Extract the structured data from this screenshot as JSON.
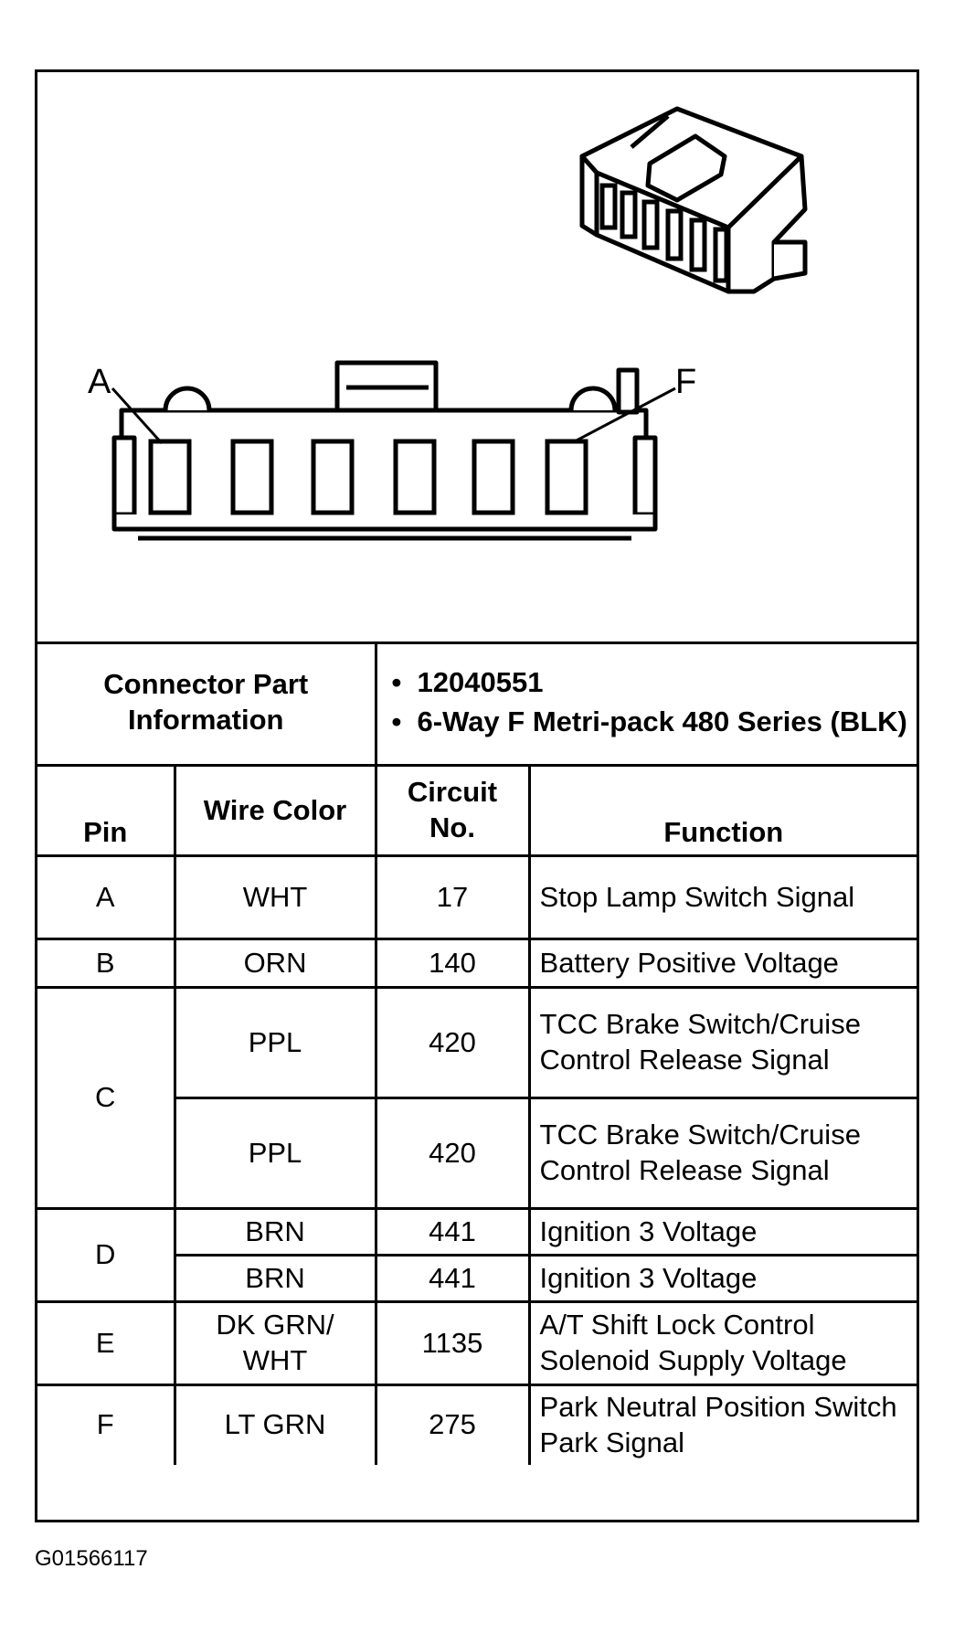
{
  "figure": {
    "pin_labels": {
      "left": "A",
      "right": "F"
    }
  },
  "connector_info": {
    "label": "Connector Part Information",
    "items": [
      "12040551",
      "6-Way F Metri-pack 480 Series (BLK)"
    ]
  },
  "columns": {
    "pin": "Pin",
    "wire_color": "Wire Color",
    "circuit": "Circuit No.",
    "function": "Function"
  },
  "rows": [
    {
      "pin": "A",
      "wire": "WHT",
      "circuit": "17",
      "function": "Stop Lamp Switch Signal"
    },
    {
      "pin": "B",
      "wire": "ORN",
      "circuit": "140",
      "function": "Battery Positive Voltage"
    },
    {
      "pin": "C",
      "wire": "PPL",
      "circuit": "420",
      "function": "TCC Brake Switch/Cruise Control Release Signal"
    },
    {
      "pin": "",
      "wire": "PPL",
      "circuit": "420",
      "function": "TCC Brake Switch/Cruise Control Release Signal"
    },
    {
      "pin": "D",
      "wire": "BRN",
      "circuit": "441",
      "function": "Ignition 3 Voltage"
    },
    {
      "pin": "",
      "wire": "BRN",
      "circuit": "441",
      "function": "Ignition 3 Voltage"
    },
    {
      "pin": "E",
      "wire": "DK GRN/ WHT",
      "circuit": "1135",
      "function": "A/T Shift Lock Control Solenoid Supply Voltage"
    },
    {
      "pin": "F",
      "wire": "LT GRN",
      "circuit": "275",
      "function": "Park Neutral Position Switch Park Signal"
    }
  ],
  "footer_code": "G01566117"
}
